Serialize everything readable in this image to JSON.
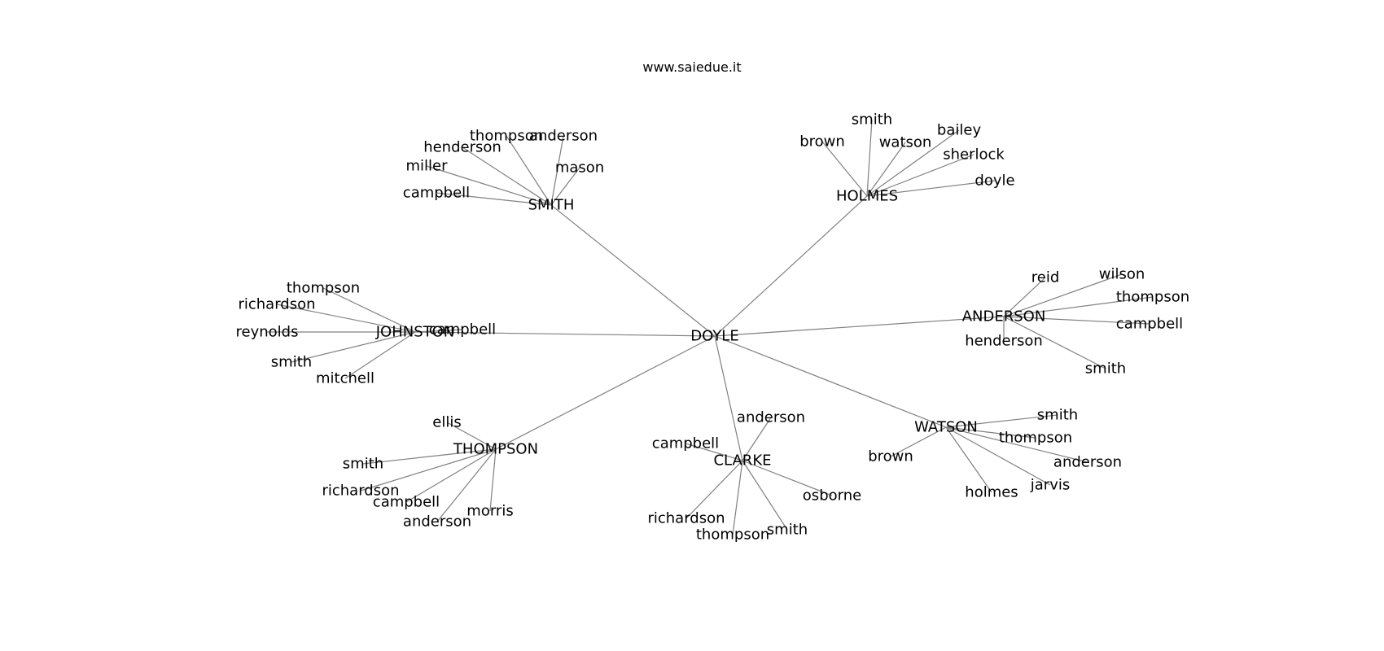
{
  "title": "www.saiedue.it",
  "graph": {
    "center": "DOYLE",
    "clusters": [
      {
        "hub": "SMITH",
        "leaves": [
          "henderson",
          "thompson",
          "anderson",
          "mason",
          "miller",
          "campbell"
        ]
      },
      {
        "hub": "HOLMES",
        "leaves": [
          "smith",
          "brown",
          "watson",
          "bailey",
          "sherlock",
          "doyle"
        ]
      },
      {
        "hub": "JOHNSTON",
        "leaves": [
          "thompson",
          "richardson",
          "reynolds",
          "campbell",
          "smith",
          "mitchell"
        ]
      },
      {
        "hub": "ANDERSON",
        "leaves": [
          "reid",
          "wilson",
          "thompson",
          "campbell",
          "henderson",
          "smith"
        ]
      },
      {
        "hub": "THOMPSON",
        "leaves": [
          "ellis",
          "smith",
          "richardson",
          "campbell",
          "anderson",
          "morris"
        ]
      },
      {
        "hub": "CLARKE",
        "leaves": [
          "anderson",
          "campbell",
          "osborne",
          "richardson",
          "thompson",
          "smith"
        ]
      },
      {
        "hub": "WATSON",
        "leaves": [
          "smith",
          "thompson",
          "brown",
          "anderson",
          "jarvis",
          "holmes"
        ]
      }
    ]
  }
}
